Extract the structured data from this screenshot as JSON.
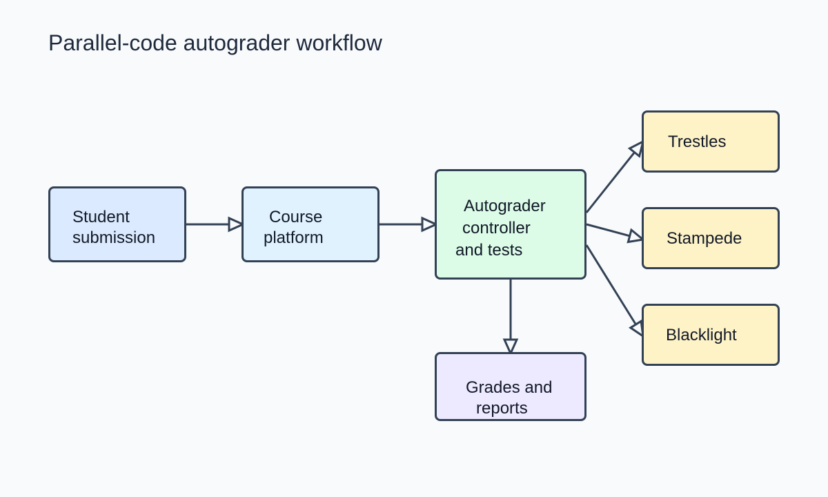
{
  "title": "Parallel-code autograder workflow",
  "colors": {
    "stroke": "#334155",
    "submission_fill": "#dbeafe",
    "platform_fill": "#e0f2fe",
    "controller_fill": "#dcfce7",
    "cluster_fill": "#fef3c7",
    "output_fill": "#ede9fe"
  },
  "nodes": {
    "submission": {
      "lines": [
        "Student",
        "submission"
      ]
    },
    "platform": {
      "lines": [
        "Course",
        "platform"
      ]
    },
    "controller": {
      "lines": [
        "Autograder",
        "controller",
        "and tests"
      ]
    },
    "trestles": {
      "lines": [
        "Trestles"
      ]
    },
    "stampede": {
      "lines": [
        "Stampede"
      ]
    },
    "blacklight": {
      "lines": [
        "Blacklight"
      ]
    },
    "grades": {
      "lines": [
        "Grades and",
        "reports"
      ]
    }
  },
  "edges": [
    {
      "from": "submission",
      "to": "platform"
    },
    {
      "from": "platform",
      "to": "controller"
    },
    {
      "from": "controller",
      "to": "trestles"
    },
    {
      "from": "controller",
      "to": "stampede"
    },
    {
      "from": "controller",
      "to": "blacklight"
    },
    {
      "from": "controller",
      "to": "grades"
    }
  ]
}
